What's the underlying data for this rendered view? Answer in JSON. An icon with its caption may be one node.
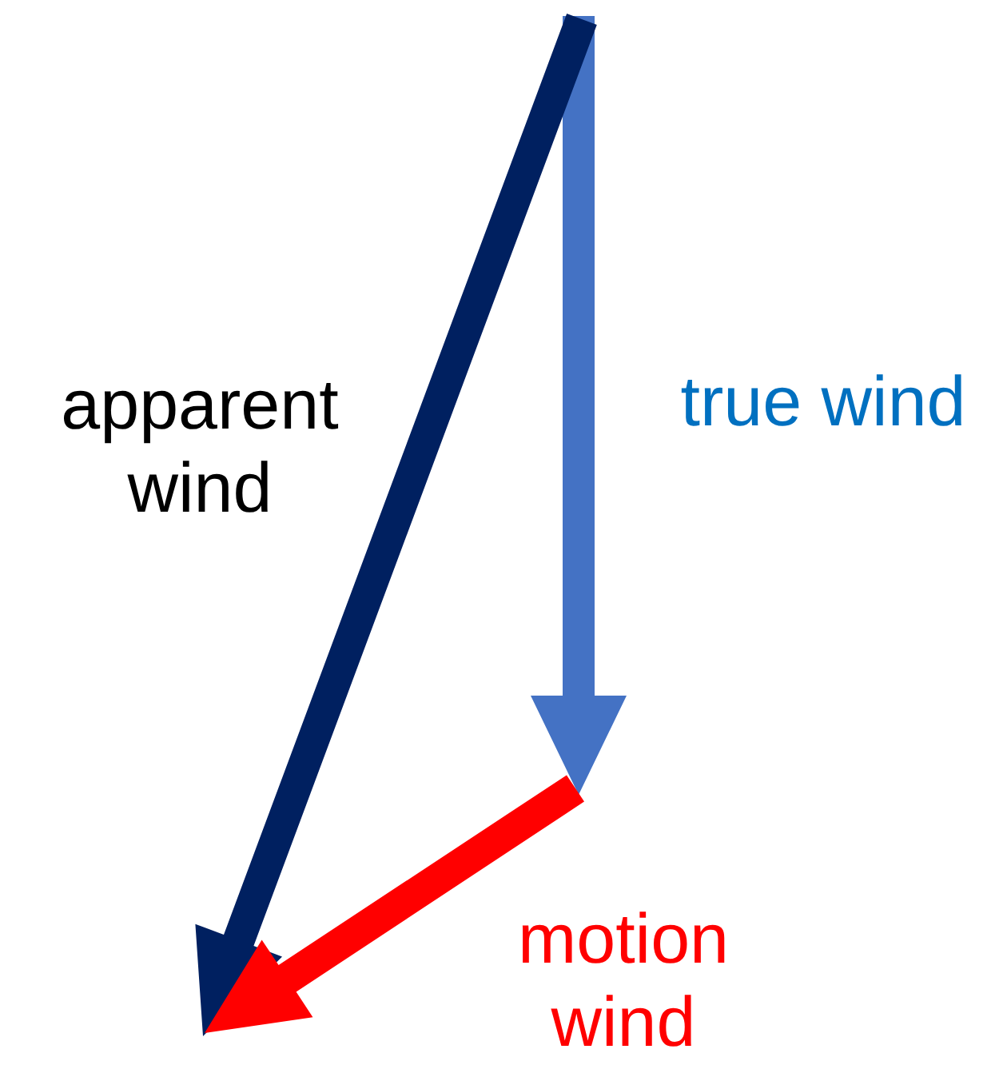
{
  "diagram": {
    "labels": [
      "apparent wind",
      "true wind",
      "motion wind"
    ]
  }
}
